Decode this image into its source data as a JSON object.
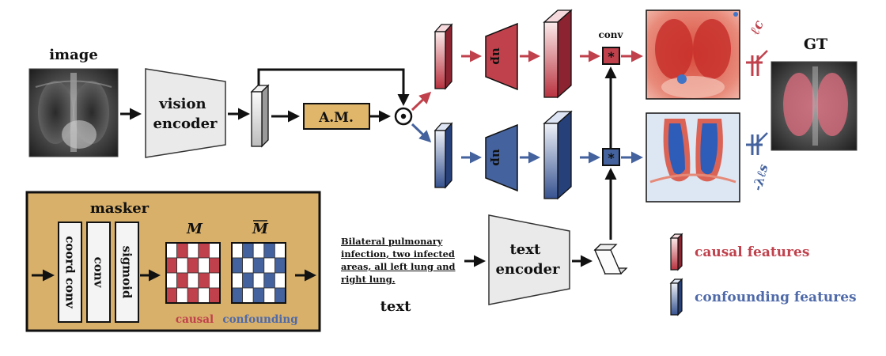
{
  "labels": {
    "image": "image",
    "vision_encoder": [
      "vision",
      "encoder"
    ],
    "attention_module": "A.M.",
    "up": "up",
    "conv": "conv",
    "gt": "GT",
    "loss_causal": "ℓc",
    "loss_confounding": "-λℓs",
    "text_encoder": [
      "text",
      "encoder"
    ],
    "text_caption": "text",
    "input_text": "Bilateral pulmonary infection, two infected areas, all left lung and right lung."
  },
  "masker": {
    "title": "masker",
    "layers": [
      "coord conv",
      "conv",
      "sigmoid"
    ],
    "mask_label": "M",
    "mask_bar_label": "M",
    "causal_label": "causal",
    "confounding_label": "confounding"
  },
  "legend": {
    "causal": "causal features",
    "confounding": "confounding features"
  },
  "colors": {
    "causal": "#c0414c",
    "confounding": "#44629e",
    "causal_text": "#c0414c",
    "confounding_text": "#4f6aa9",
    "masker_bg": "#d8b06a",
    "attention_bg": "#e0b66a"
  }
}
